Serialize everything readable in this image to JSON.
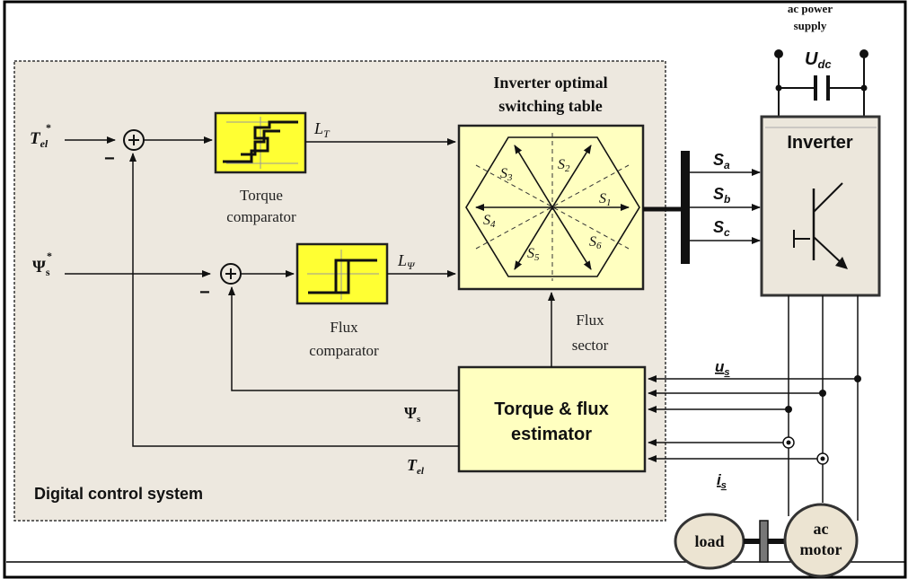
{
  "labels": {
    "ac_supply_line1": "ac power",
    "ac_supply_line2": "supply",
    "udc": "U",
    "udc_sub": "dc",
    "switching_title_line1": "Inverter optimal",
    "switching_title_line2": "switching table",
    "inverter": "Inverter",
    "sa": "S",
    "sa_sub": "a",
    "sb": "S",
    "sb_sub": "b",
    "sc": "S",
    "sc_sub": "c",
    "tel_ref": "T",
    "tel_ref_sub": "el",
    "tel_ref_sup": "*",
    "psi_ref": "Ψ",
    "psi_ref_sub": "s",
    "psi_ref_sup": "*",
    "lt": "L",
    "lt_sub": "T",
    "lpsi": "L",
    "lpsi_sub": "Ψ",
    "torque_comp_line1": "Torque",
    "torque_comp_line2": "comparator",
    "flux_comp_line1": "Flux",
    "flux_comp_line2": "comparator",
    "flux_sector_line1": "Flux",
    "flux_sector_line2": "sector",
    "estimator_line1": "Torque & flux",
    "estimator_line2": "estimator",
    "psi_fb": "Ψ",
    "psi_fb_sub": "s",
    "tel_fb": "T",
    "tel_fb_sub": "el",
    "us": "u",
    "us_sub": "s",
    "is": "i",
    "is_sub": "s",
    "digital_control": "Digital control system",
    "load": "load",
    "motor_line1": "ac",
    "motor_line2": "motor",
    "minus_torque": "−",
    "minus_flux": "−",
    "s1": "S",
    "s1_sub": "1",
    "s2": "S",
    "s2_sub": "2",
    "s3": "S",
    "s3_sub": "3",
    "s4": "S",
    "s4_sub": "4",
    "s5": "S",
    "s5_sub": "5",
    "s6": "S",
    "s6_sub": "6"
  },
  "colors": {
    "panel_fill": "#ede8df",
    "block_fill": "#ffffc0",
    "comparator_fill": "#ffff33",
    "inverter_fill": "#ece7dc",
    "motor_fill": "#ece4d2",
    "line": "#111111"
  }
}
